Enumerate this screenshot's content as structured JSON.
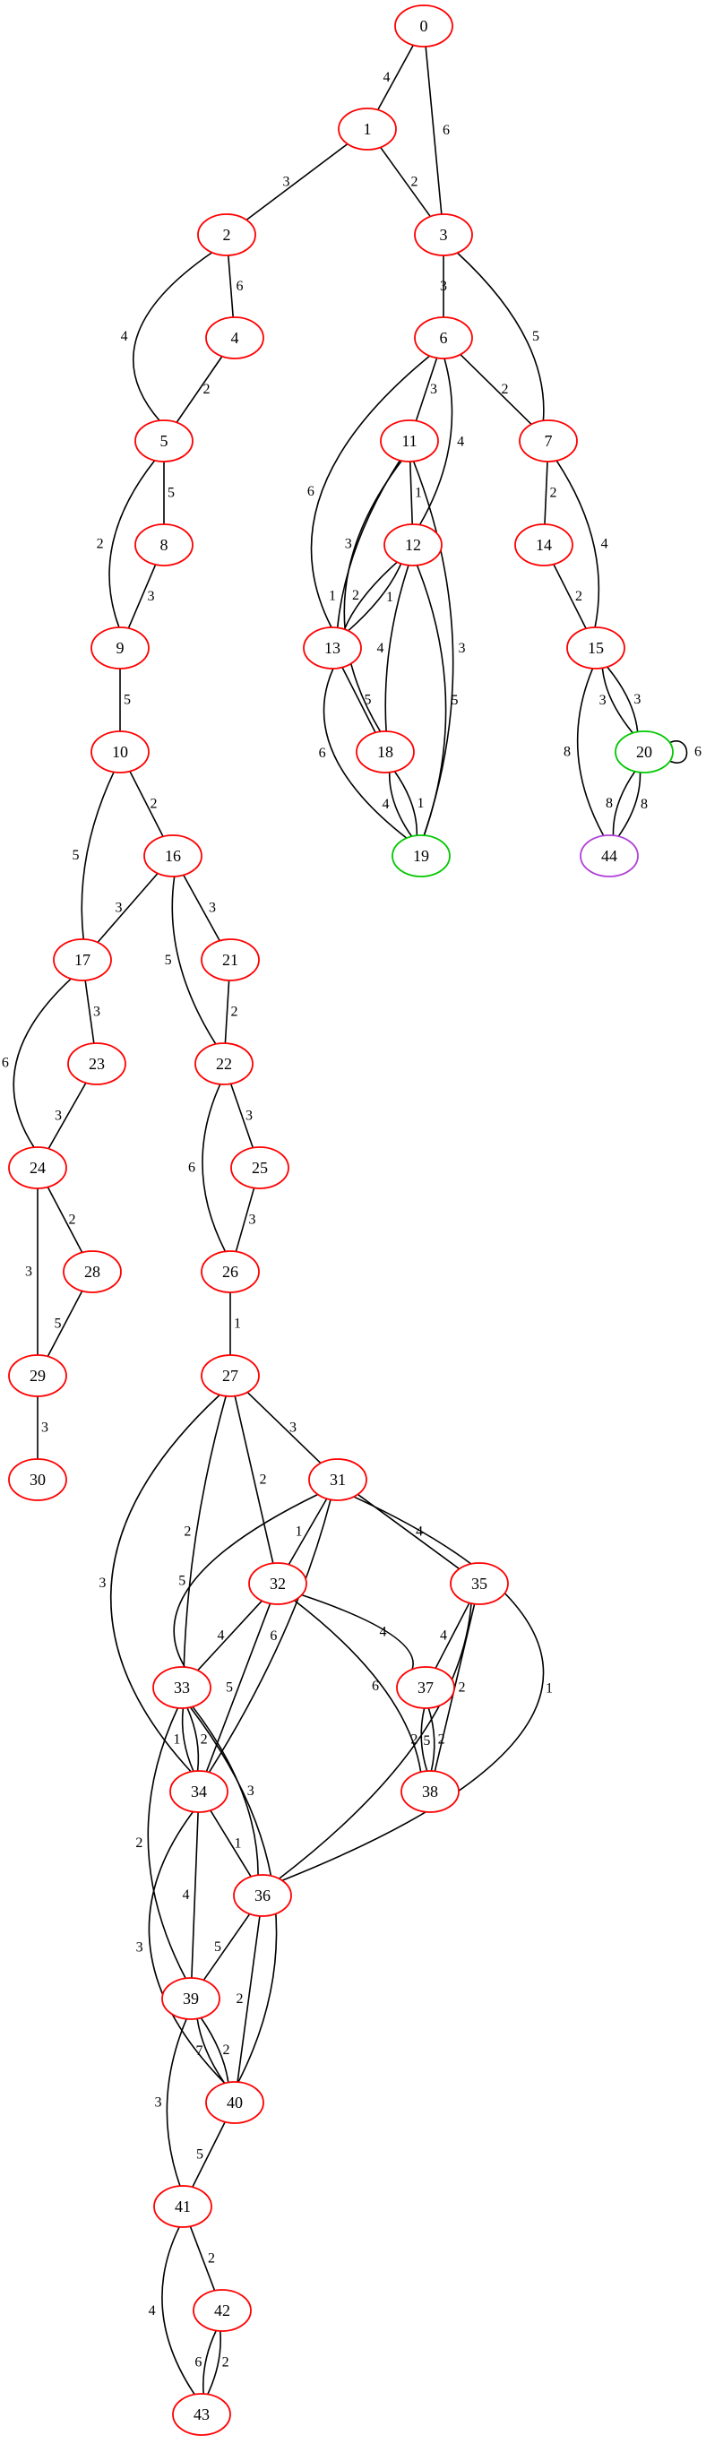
{
  "colors": {
    "node_default": "#ff0000",
    "node_green": "#00c800",
    "node_purple": "#b040d8",
    "edge": "#000000"
  },
  "graph": {
    "nodes": [
      {
        "id": "0",
        "label": "0",
        "color": "red"
      },
      {
        "id": "1",
        "label": "1",
        "color": "red"
      },
      {
        "id": "2",
        "label": "2",
        "color": "red"
      },
      {
        "id": "3",
        "label": "3",
        "color": "red"
      },
      {
        "id": "4",
        "label": "4",
        "color": "red"
      },
      {
        "id": "5",
        "label": "5",
        "color": "red"
      },
      {
        "id": "6",
        "label": "6",
        "color": "red"
      },
      {
        "id": "7",
        "label": "7",
        "color": "red"
      },
      {
        "id": "8",
        "label": "8",
        "color": "red"
      },
      {
        "id": "9",
        "label": "9",
        "color": "red"
      },
      {
        "id": "10",
        "label": "10",
        "color": "red"
      },
      {
        "id": "11",
        "label": "11",
        "color": "red"
      },
      {
        "id": "12",
        "label": "12",
        "color": "red"
      },
      {
        "id": "13",
        "label": "13",
        "color": "red"
      },
      {
        "id": "14",
        "label": "14",
        "color": "red"
      },
      {
        "id": "15",
        "label": "15",
        "color": "red"
      },
      {
        "id": "16",
        "label": "16",
        "color": "red"
      },
      {
        "id": "17",
        "label": "17",
        "color": "red"
      },
      {
        "id": "18",
        "label": "18",
        "color": "red"
      },
      {
        "id": "19",
        "label": "19",
        "color": "green"
      },
      {
        "id": "20",
        "label": "20",
        "color": "green"
      },
      {
        "id": "21",
        "label": "21",
        "color": "red"
      },
      {
        "id": "22",
        "label": "22",
        "color": "red"
      },
      {
        "id": "23",
        "label": "23",
        "color": "red"
      },
      {
        "id": "24",
        "label": "24",
        "color": "red"
      },
      {
        "id": "25",
        "label": "25",
        "color": "red"
      },
      {
        "id": "26",
        "label": "26",
        "color": "red"
      },
      {
        "id": "27",
        "label": "27",
        "color": "red"
      },
      {
        "id": "28",
        "label": "28",
        "color": "red"
      },
      {
        "id": "29",
        "label": "29",
        "color": "red"
      },
      {
        "id": "30",
        "label": "30",
        "color": "red"
      },
      {
        "id": "31",
        "label": "31",
        "color": "red"
      },
      {
        "id": "32",
        "label": "32",
        "color": "red"
      },
      {
        "id": "33",
        "label": "33",
        "color": "red"
      },
      {
        "id": "34",
        "label": "34",
        "color": "red"
      },
      {
        "id": "35",
        "label": "35",
        "color": "red"
      },
      {
        "id": "36",
        "label": "36",
        "color": "red"
      },
      {
        "id": "37",
        "label": "37",
        "color": "red"
      },
      {
        "id": "38",
        "label": "38",
        "color": "red"
      },
      {
        "id": "39",
        "label": "39",
        "color": "red"
      },
      {
        "id": "40",
        "label": "40",
        "color": "red"
      },
      {
        "id": "41",
        "label": "41",
        "color": "red"
      },
      {
        "id": "42",
        "label": "42",
        "color": "red"
      },
      {
        "id": "43",
        "label": "43",
        "color": "red"
      },
      {
        "id": "44",
        "label": "44",
        "color": "purple"
      }
    ],
    "edges": [
      {
        "source": "0",
        "target": "1",
        "label": "4"
      },
      {
        "source": "0",
        "target": "3",
        "label": "6"
      },
      {
        "source": "1",
        "target": "2",
        "label": "3"
      },
      {
        "source": "1",
        "target": "3",
        "label": "2"
      },
      {
        "source": "2",
        "target": "4",
        "label": "6"
      },
      {
        "source": "2",
        "target": "5",
        "label": "4"
      },
      {
        "source": "4",
        "target": "5",
        "label": "2"
      },
      {
        "source": "3",
        "target": "6",
        "label": "3"
      },
      {
        "source": "3",
        "target": "7",
        "label": "5"
      },
      {
        "source": "5",
        "target": "8",
        "label": "5"
      },
      {
        "source": "5",
        "target": "9",
        "label": "2"
      },
      {
        "source": "8",
        "target": "9",
        "label": "3"
      },
      {
        "source": "6",
        "target": "7",
        "label": "2"
      },
      {
        "source": "6",
        "target": "11",
        "label": "3"
      },
      {
        "source": "6",
        "target": "12",
        "label": "4"
      },
      {
        "source": "6",
        "target": "13",
        "label": "6"
      },
      {
        "source": "7",
        "target": "14",
        "label": "2"
      },
      {
        "source": "7",
        "target": "15",
        "label": "4"
      },
      {
        "source": "11",
        "target": "12",
        "label": "1"
      },
      {
        "source": "11",
        "target": "13",
        "label": "3"
      },
      {
        "source": "11",
        "target": "18",
        "label": "1"
      },
      {
        "source": "11",
        "target": "19",
        "label": "3"
      },
      {
        "source": "12",
        "target": "13",
        "label": "2"
      },
      {
        "source": "12",
        "target": "13",
        "label": "1"
      },
      {
        "source": "12",
        "target": "18",
        "label": "4"
      },
      {
        "source": "12",
        "target": "19",
        "label": "5"
      },
      {
        "source": "13",
        "target": "18",
        "label": "5"
      },
      {
        "source": "13",
        "target": "19",
        "label": "6"
      },
      {
        "source": "14",
        "target": "15",
        "label": "2"
      },
      {
        "source": "15",
        "target": "20",
        "label": "3"
      },
      {
        "source": "15",
        "target": "20",
        "label": "3"
      },
      {
        "source": "15",
        "target": "44",
        "label": "8"
      },
      {
        "source": "20",
        "target": "20",
        "label": "6"
      },
      {
        "source": "20",
        "target": "44",
        "label": "8"
      },
      {
        "source": "20",
        "target": "44",
        "label": "8"
      },
      {
        "source": "18",
        "target": "19",
        "label": "4"
      },
      {
        "source": "18",
        "target": "19",
        "label": "1"
      },
      {
        "source": "9",
        "target": "10",
        "label": "5"
      },
      {
        "source": "10",
        "target": "16",
        "label": "2"
      },
      {
        "source": "10",
        "target": "17",
        "label": "5"
      },
      {
        "source": "16",
        "target": "17",
        "label": "3"
      },
      {
        "source": "16",
        "target": "21",
        "label": "3"
      },
      {
        "source": "16",
        "target": "22",
        "label": "5"
      },
      {
        "source": "21",
        "target": "22",
        "label": "2"
      },
      {
        "source": "17",
        "target": "23",
        "label": "3"
      },
      {
        "source": "17",
        "target": "24",
        "label": "6"
      },
      {
        "source": "23",
        "target": "24",
        "label": "3"
      },
      {
        "source": "22",
        "target": "25",
        "label": "3"
      },
      {
        "source": "22",
        "target": "26",
        "label": "6"
      },
      {
        "source": "25",
        "target": "26",
        "label": "3"
      },
      {
        "source": "24",
        "target": "28",
        "label": "2"
      },
      {
        "source": "24",
        "target": "29",
        "label": "3"
      },
      {
        "source": "28",
        "target": "29",
        "label": "5"
      },
      {
        "source": "29",
        "target": "30",
        "label": "3"
      },
      {
        "source": "26",
        "target": "27",
        "label": "1"
      },
      {
        "source": "27",
        "target": "31",
        "label": "3"
      },
      {
        "source": "27",
        "target": "32",
        "label": "2"
      },
      {
        "source": "27",
        "target": "33",
        "label": "2"
      },
      {
        "source": "27",
        "target": "34",
        "label": "3"
      },
      {
        "source": "31",
        "target": "32",
        "label": "1"
      },
      {
        "source": "31",
        "target": "33",
        "label": "5"
      },
      {
        "source": "31",
        "target": "34",
        "label": "6"
      },
      {
        "source": "31",
        "target": "35",
        "label": "4"
      },
      {
        "source": "31",
        "target": "36",
        "label": "1"
      },
      {
        "source": "32",
        "target": "33",
        "label": "4"
      },
      {
        "source": "32",
        "target": "34",
        "label": "5"
      },
      {
        "source": "32",
        "target": "37",
        "label": "4"
      },
      {
        "source": "32",
        "target": "38",
        "label": "6"
      },
      {
        "source": "35",
        "target": "37",
        "label": "4"
      },
      {
        "source": "35",
        "target": "38",
        "label": "2"
      },
      {
        "source": "35",
        "target": "36",
        "label": "5"
      },
      {
        "source": "37",
        "target": "38",
        "label": "2"
      },
      {
        "source": "37",
        "target": "38",
        "label": "2"
      },
      {
        "source": "33",
        "target": "34",
        "label": "1"
      },
      {
        "source": "33",
        "target": "34",
        "label": "2"
      },
      {
        "source": "33",
        "target": "36",
        "label": "3"
      },
      {
        "source": "33",
        "target": "39",
        "label": "2"
      },
      {
        "source": "33",
        "target": "40",
        "label": "5"
      },
      {
        "source": "34",
        "target": "36",
        "label": "1"
      },
      {
        "source": "34",
        "target": "39",
        "label": "4"
      },
      {
        "source": "34",
        "target": "40",
        "label": "3"
      },
      {
        "source": "36",
        "target": "39",
        "label": "5"
      },
      {
        "source": "36",
        "target": "40",
        "label": "2"
      },
      {
        "source": "39",
        "target": "40",
        "label": "7"
      },
      {
        "source": "39",
        "target": "40",
        "label": "2"
      },
      {
        "source": "39",
        "target": "41",
        "label": "3"
      },
      {
        "source": "40",
        "target": "41",
        "label": "5"
      },
      {
        "source": "41",
        "target": "42",
        "label": "2"
      },
      {
        "source": "41",
        "target": "43",
        "label": "4"
      },
      {
        "source": "42",
        "target": "43",
        "label": "6"
      },
      {
        "source": "42",
        "target": "43",
        "label": "2"
      }
    ]
  }
}
